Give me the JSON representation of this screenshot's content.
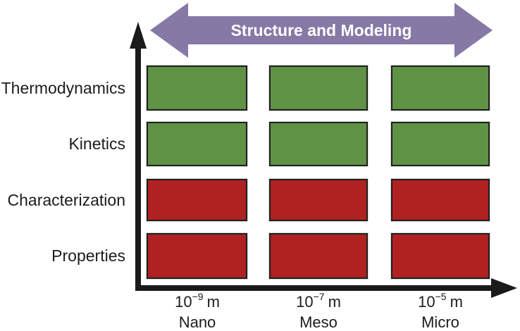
{
  "diagram": {
    "title_arrow": {
      "label": "Structure and Modeling",
      "fill": "#8679A6",
      "text_color": "#FFFFFF"
    },
    "axes": {
      "color": "#1A1A1A"
    },
    "rows": [
      {
        "label": "Thermodynamics",
        "color": "#5F9245"
      },
      {
        "label": "Kinetics",
        "color": "#5F9245"
      },
      {
        "label": "Characterization",
        "color": "#B02121"
      },
      {
        "label": "Properties",
        "color": "#B02121"
      }
    ],
    "columns": [
      {
        "mantissa": "10",
        "exponent": "−9",
        "unit": "m",
        "name": "Nano"
      },
      {
        "mantissa": "10",
        "exponent": "−7",
        "unit": "m",
        "name": "Meso"
      },
      {
        "mantissa": "10",
        "exponent": "−5",
        "unit": "m",
        "name": "Micro"
      }
    ],
    "cell_border_color": "#1F1F1F"
  }
}
